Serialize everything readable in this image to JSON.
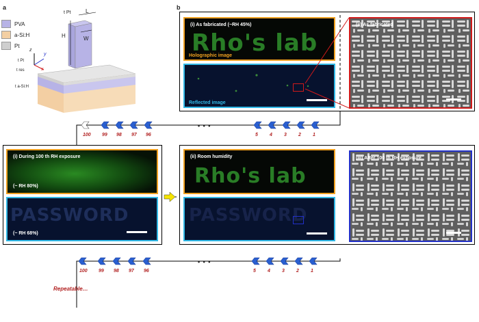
{
  "panel_labels": {
    "a": "a",
    "b": "b"
  },
  "legend": [
    {
      "label": "PVA",
      "color": "#b7b3e6"
    },
    {
      "label": "a-Si:H",
      "color": "#f3cfa3"
    },
    {
      "label": "Pt",
      "color": "#cfcfcf"
    }
  ],
  "schematic": {
    "dim_L": "L",
    "dim_W": "W",
    "dim_H": "H",
    "dim_tPt_top": "t Pt",
    "axis_z": "z",
    "axis_y": "y",
    "axis_x": "x",
    "t_pt": "t Pt",
    "t_res": "t res",
    "t_asih": "t a-Si:H"
  },
  "top_row": {
    "holo_title": "(i) As fabricated (~RH 45%)",
    "holo_text": "Rho's lab",
    "holo_caption": "Holographic image",
    "refl_caption": "Reflected image",
    "sem_title": "(ii) As fabricated"
  },
  "bottom_row": {
    "left_title": "(i) During 100 th RH exposure",
    "left_rh_top": "(~ RH 80%)",
    "left_rh_bottom": "(~ RH 68%)",
    "left_refl_text": "PASSWORD",
    "mid_title": "(ii) Room humidity",
    "mid_holo_text": "Rho's lab",
    "mid_refl_text": "PASSWORD",
    "sem_title": "(iii) After 100 th RH exposure"
  },
  "cycle_numbers_left": [
    "100",
    "99",
    "98",
    "97",
    "96"
  ],
  "cycle_numbers_right": [
    "5",
    "4",
    "3",
    "2",
    "1"
  ],
  "ellipsis": "• • •",
  "repeatable": "Repeatable…",
  "colors": {
    "orange_border": "#f0a020",
    "cyan_border": "#30b8e6",
    "red_border": "#d11a1a",
    "blue_border": "#2230c8",
    "arrow_blue": "#2a5fd0",
    "yellow_arrow": "#f5e400"
  }
}
